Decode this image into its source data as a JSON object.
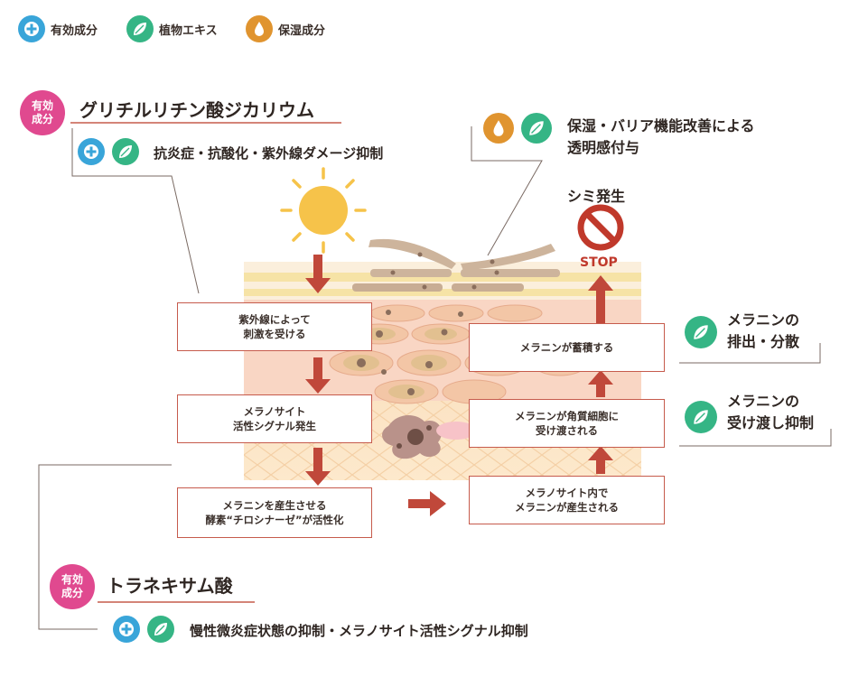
{
  "legend": [
    {
      "label": "有効成分",
      "icon": "plus-drop-icon",
      "color": "#39a5d9"
    },
    {
      "label": "植物エキス",
      "icon": "leaf-icon",
      "color": "#35b585"
    },
    {
      "label": "保湿成分",
      "icon": "water-drop-icon",
      "color": "#e0942f"
    }
  ],
  "badge_label": "有効\n成分",
  "ingredients": {
    "glycyrrhizin": {
      "name": "グリチルリチン酸ジカリウム",
      "effect": "抗炎症・抗酸化・紫外線ダメージ抑制"
    },
    "tranexamic": {
      "name": "トラネキサム酸",
      "effect": "慢性微炎症状態の抑制・メラノサイト活性シグナル抑制"
    }
  },
  "moisture_effect": "保湿・バリア機能改善による\n透明感付与",
  "stop": {
    "title": "シミ発生",
    "text": "STOP"
  },
  "steps_left": [
    "紫外線によって\n刺激を受ける",
    "メラノサイト\n活性シグナル発生",
    "メラニンを産生させる\n酵素“チロシナーゼ”が活性化"
  ],
  "steps_right": [
    "メラニンが蓄積する",
    "メラニンが角質細胞に\n受け渡される",
    "メラノサイト内で\nメラニンが産生される"
  ],
  "side_effects": [
    "メラニンの\n排出・分散",
    "メラニンの\n受け渡し抑制"
  ],
  "colors": {
    "accent_red": "#c65b4c",
    "badge_pink": "#e0498f",
    "underline": "#c65b4c"
  }
}
